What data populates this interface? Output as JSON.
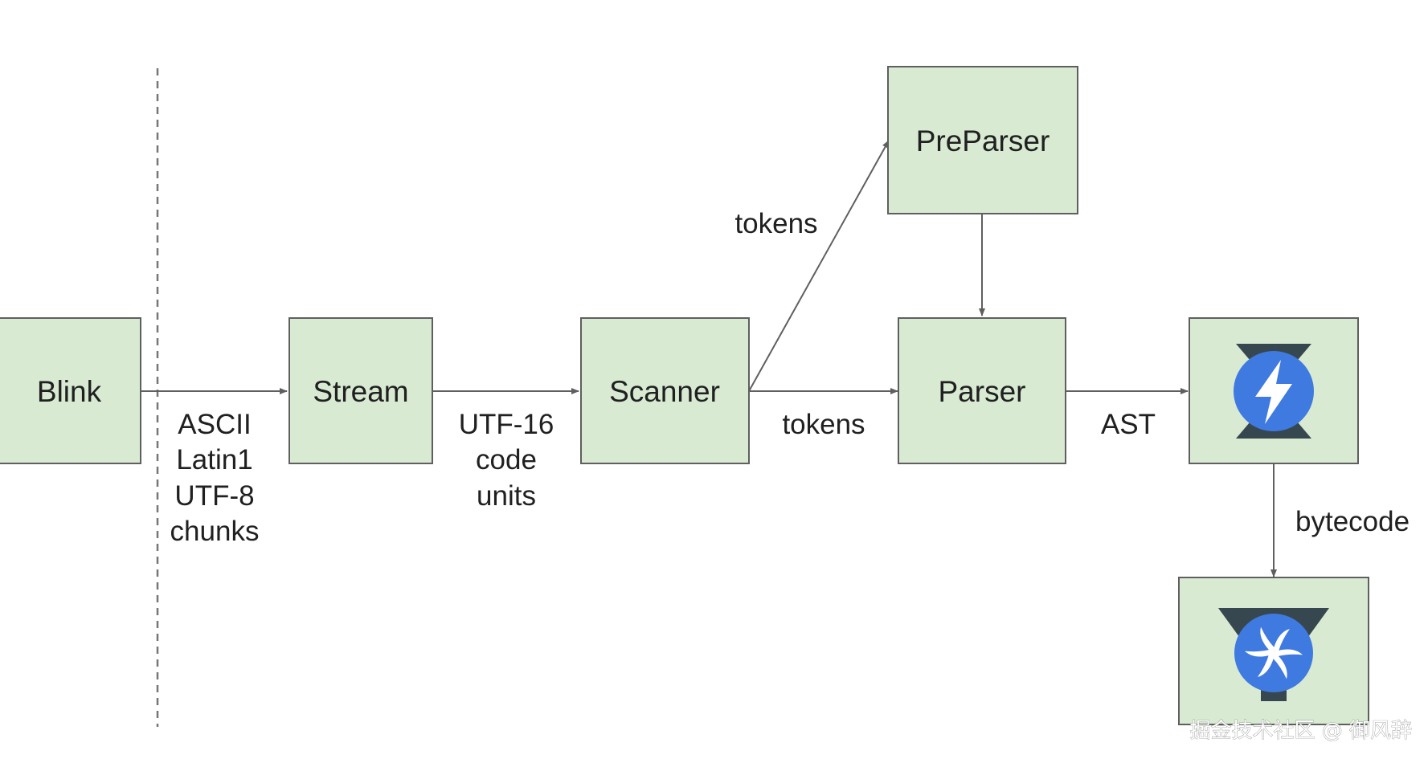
{
  "nodes": {
    "blink": "Blink",
    "stream": "Stream",
    "scanner": "Scanner",
    "preparser": "PreParser",
    "parser": "Parser",
    "ignition": "",
    "turbofan": ""
  },
  "edges": {
    "blink_stream": [
      "ASCII",
      "Latin1",
      "UTF-8",
      "chunks"
    ],
    "stream_scanner": [
      "UTF-16",
      "code",
      "units"
    ],
    "scanner_preparser": "tokens",
    "scanner_parser": "tokens",
    "parser_ignition": "AST",
    "ignition_turbofan": "bytecode"
  },
  "icons": {
    "ignition": "ignition-logo-icon",
    "turbofan": "turbofan-logo-icon"
  },
  "watermark": "掘金技术社区 @ 御风辞",
  "colors": {
    "box_fill": "#d9ead3",
    "box_stroke": "#5f5f5f",
    "logo_blue": "#3f7ae0",
    "logo_dark": "#37474f"
  }
}
